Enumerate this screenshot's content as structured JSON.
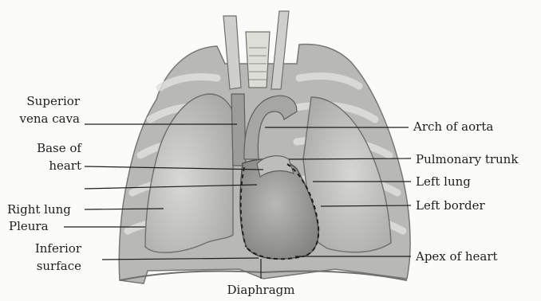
{
  "labels": {
    "superior_vena_cava": [
      "Superior",
      "vena cava"
    ],
    "base_of_heart": [
      "Base of",
      "heart"
    ],
    "right_lung": "Right lung",
    "pleura": "Pleura",
    "inferior_surface": [
      "Inferior",
      "surface"
    ],
    "arch_of_aorta": "Arch of aorta",
    "pulmonary_trunk": "Pulmonary trunk",
    "left_lung": "Left lung",
    "left_border": "Left border",
    "apex_of_heart": "Apex of heart",
    "diaphragm": "Diaphragm"
  },
  "colors": {
    "ink": "#1e1e1e",
    "tissue": "#c9c9c6",
    "shadow": "#8e8e8a",
    "highlight": "#e6e6e3"
  }
}
